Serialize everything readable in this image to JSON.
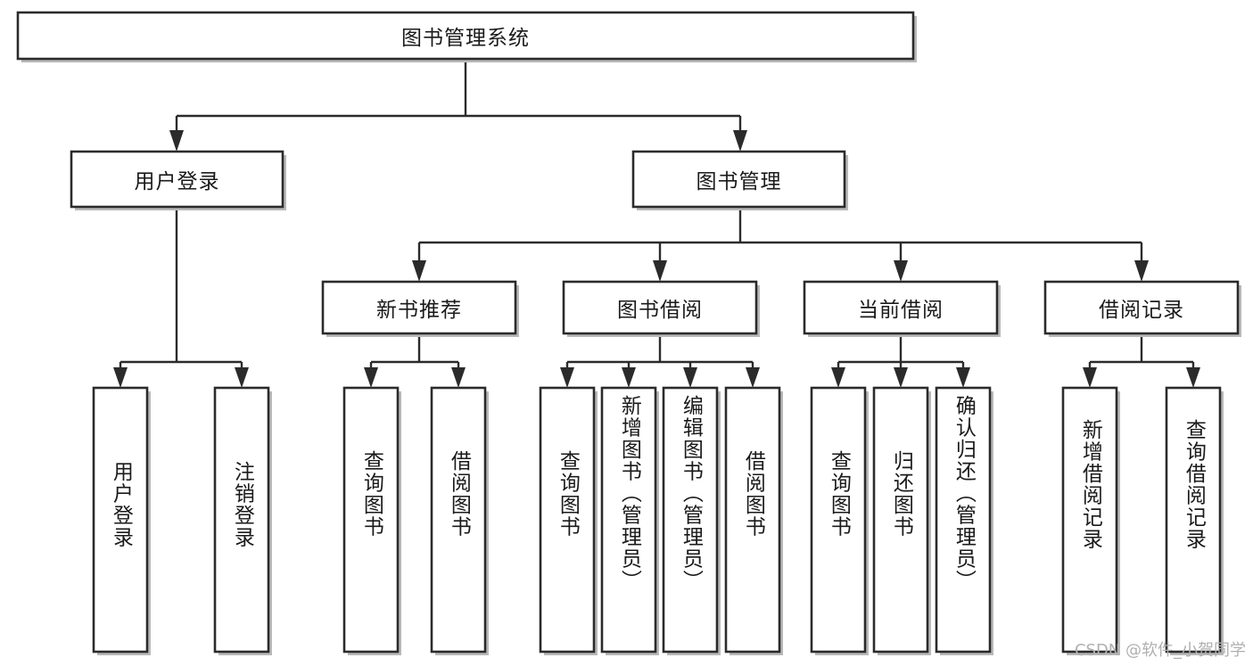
{
  "diagram": {
    "title": "图书管理系统",
    "type": "tree-hierarchy-chart",
    "colors": {
      "box_border": "#2b2b2b",
      "box_fill": "#ffffff",
      "connector": "#2b2b2b",
      "background": "#ffffff",
      "watermark": "#b0b0b0"
    },
    "root": {
      "label": "图书管理系统",
      "orientation": "horizontal"
    },
    "level2": [
      {
        "label": "用户登录",
        "orientation": "horizontal"
      },
      {
        "label": "图书管理",
        "orientation": "horizontal"
      }
    ],
    "level3": [
      {
        "label": "新书推荐",
        "orientation": "horizontal"
      },
      {
        "label": "图书借阅",
        "orientation": "horizontal"
      },
      {
        "label": "当前借阅",
        "orientation": "horizontal"
      },
      {
        "label": "借阅记录",
        "orientation": "horizontal"
      }
    ],
    "leaves": {
      "user_login": [
        {
          "label": "用户登录",
          "orientation": "vertical"
        },
        {
          "label": "注销登录",
          "orientation": "vertical"
        }
      ],
      "new_book_recommend": [
        {
          "label": "查询图书",
          "orientation": "vertical"
        },
        {
          "label": "借阅图书",
          "orientation": "vertical"
        }
      ],
      "book_borrow": [
        {
          "label": "查询图书",
          "orientation": "vertical"
        },
        {
          "label": "新增图书（管理员）",
          "orientation": "vertical"
        },
        {
          "label": "编辑图书（管理员）",
          "orientation": "vertical"
        },
        {
          "label": "借阅图书",
          "orientation": "vertical"
        }
      ],
      "current_borrow": [
        {
          "label": "查询图书",
          "orientation": "vertical"
        },
        {
          "label": "归还图书",
          "orientation": "vertical"
        },
        {
          "label": "确认归还（管理员）",
          "orientation": "vertical"
        }
      ],
      "borrow_record": [
        {
          "label": "新增借阅记录",
          "orientation": "vertical"
        },
        {
          "label": "查询借阅记录",
          "orientation": "vertical"
        }
      ]
    },
    "watermark": "CSDN @软件_小贺同学"
  }
}
